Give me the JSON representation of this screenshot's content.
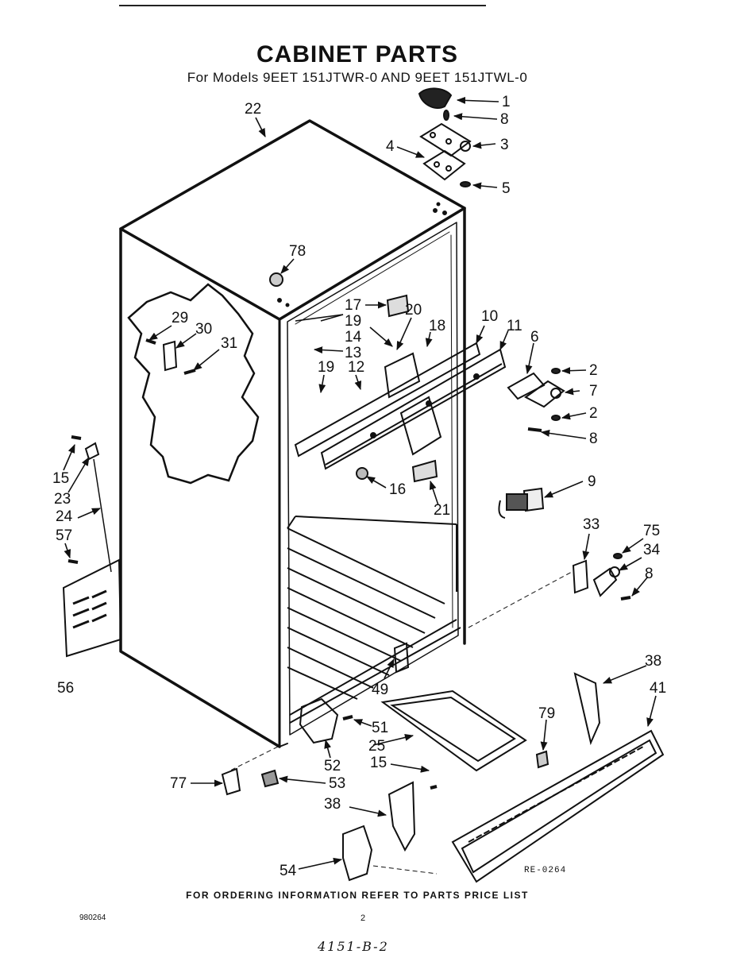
{
  "header": {
    "title": "CABINET PARTS",
    "subtitle": "For Models 9EET 151JTWR-0 AND 9EET 151JTWL-0"
  },
  "diagram": {
    "reference_code": "RE-0264",
    "callouts": {
      "c1": "1",
      "c8a": "8",
      "c3": "3",
      "c4": "4",
      "c5": "5",
      "c22": "22",
      "c78": "78",
      "c29": "29",
      "c30": "30",
      "c31": "31",
      "c17": "17",
      "c20": "20",
      "c18": "18",
      "c19a": "19",
      "c14": "14",
      "c13": "13",
      "c19b": "19",
      "c12": "12",
      "c10": "10",
      "c11": "11",
      "c6": "6",
      "c2a": "2",
      "c7": "7",
      "c2b": "2",
      "c8b": "8",
      "c16": "16",
      "c21": "21",
      "c9": "9",
      "c15a": "15",
      "c23": "23",
      "c24": "24",
      "c57": "57",
      "c56": "56",
      "c33": "33",
      "c75": "75",
      "c34": "34",
      "c8c": "8",
      "c49": "49",
      "c38a": "38",
      "c41": "41",
      "c79": "79",
      "c51": "51",
      "c25": "25",
      "c52": "52",
      "c15b": "15",
      "c77": "77",
      "c53": "53",
      "c38b": "38",
      "c54": "54"
    }
  },
  "footer": {
    "ordering_note": "FOR ORDERING INFORMATION REFER TO PARTS PRICE LIST",
    "code": "980264",
    "page": "2",
    "handwritten": "4151-B-2"
  }
}
